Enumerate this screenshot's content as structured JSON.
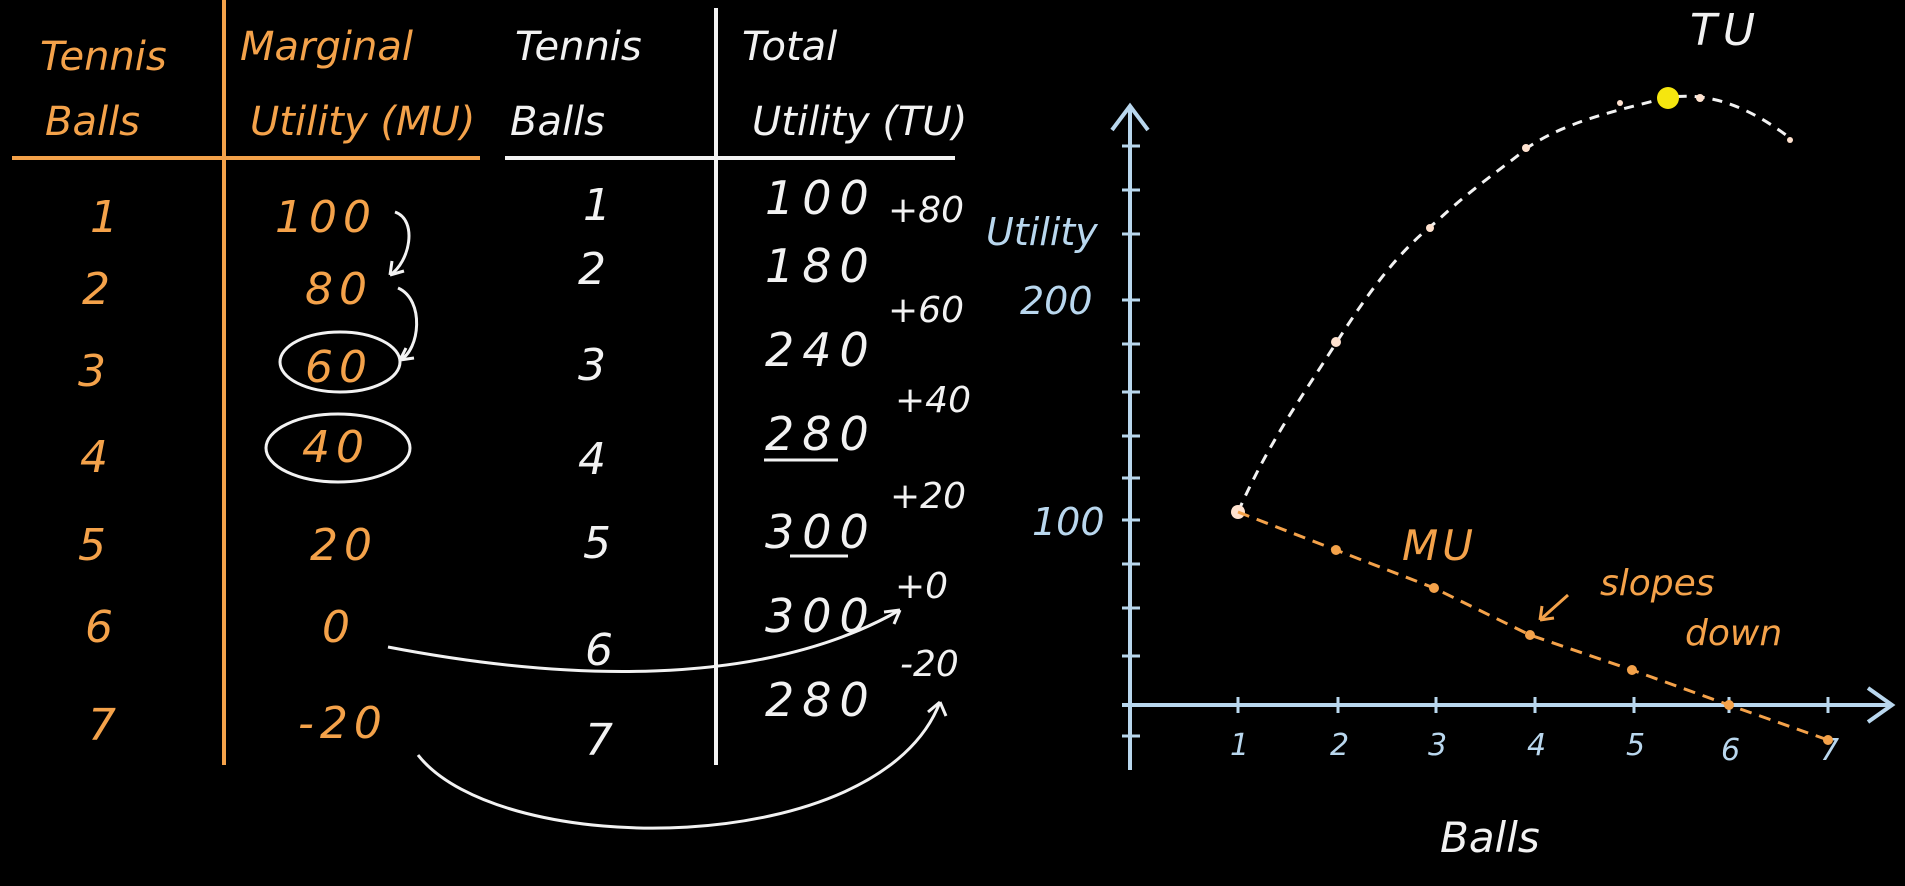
{
  "colors": {
    "background": "#000000",
    "orange": "#f4a24a",
    "white": "#f2f2f2",
    "axis_blue": "#b9d7ee",
    "max_point": "#f5e60f"
  },
  "mu_table": {
    "header_col1_line1": "Tennis",
    "header_col1_line2": "Balls",
    "header_col2_line1": "Marginal",
    "header_col2_line2": "Utility (MU)",
    "rows": [
      {
        "balls": "1",
        "mu": "100"
      },
      {
        "balls": "2",
        "mu": "80"
      },
      {
        "balls": "3",
        "mu": "60"
      },
      {
        "balls": "4",
        "mu": "40"
      },
      {
        "balls": "5",
        "mu": "20"
      },
      {
        "balls": "6",
        "mu": "0"
      },
      {
        "balls": "7",
        "mu": "-20"
      }
    ]
  },
  "tu_table": {
    "header_col1_line1": "Tennis",
    "header_col1_line2": "Balls",
    "header_col2_line1": "Total",
    "header_col2_line2": "Utility (TU)",
    "rows": [
      {
        "balls": "1",
        "tu": "100"
      },
      {
        "balls": "2",
        "tu": "180"
      },
      {
        "balls": "3",
        "tu": "240"
      },
      {
        "balls": "4",
        "tu": "280"
      },
      {
        "balls": "5",
        "tu": "300"
      },
      {
        "balls": "6",
        "tu": "300"
      },
      {
        "balls": "7",
        "tu": "280"
      }
    ],
    "differences": [
      "+80",
      "+60",
      "+40",
      "+20",
      "+0",
      "-20"
    ]
  },
  "graph": {
    "y_label": "Utility",
    "x_label": "Balls",
    "y_ticks": [
      "100",
      "200"
    ],
    "x_ticks": [
      "1",
      "2",
      "3",
      "4",
      "5",
      "6",
      "7"
    ],
    "tu_label": "TU",
    "mu_label": "MU",
    "annotation_line1": "slopes",
    "annotation_line2": "down"
  }
}
